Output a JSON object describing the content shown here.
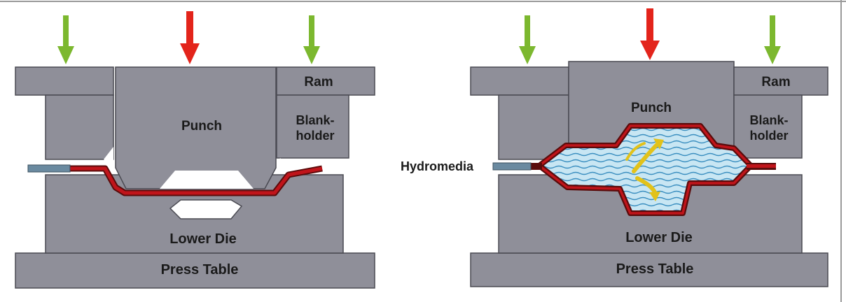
{
  "colors": {
    "steel": "#8f8f99",
    "steel_edge": "#4a4a52",
    "sheet": "#c0141a",
    "sheet_dark": "#5a0b0b",
    "fluid": "#c8e6f3",
    "wave": "#3b8fc0",
    "arrow_green": "#7cb82f",
    "arrow_red": "#e3241b",
    "flow_arrow": "#e2c21a"
  },
  "icons": {
    "force_arrow": "down-arrow-icon",
    "flow": "curved-arrow-icon"
  },
  "left_diagram": {
    "labels": {
      "punch": "Punch",
      "ram": "Ram",
      "blankholder_line1": "Blank-",
      "blankholder_line2": "holder",
      "lower_die": "Lower Die",
      "press_table": "Press Table"
    }
  },
  "right_diagram": {
    "labels": {
      "punch": "Punch",
      "ram": "Ram",
      "blankholder_line1": "Blank-",
      "blankholder_line2": "holder",
      "lower_die": "Lower Die",
      "press_table": "Press Table",
      "hydromedia": "Hydromedia"
    }
  }
}
